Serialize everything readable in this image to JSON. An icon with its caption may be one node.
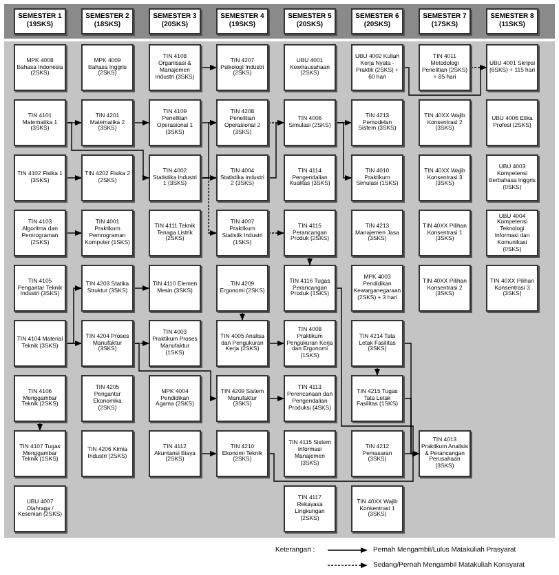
{
  "diagram": {
    "nodes": [
      {
        "text": [
          "SEMESTER 1 (19SKS)"
        ]
      },
      {
        "text": [
          "SEMESTER 2 (18SKS)"
        ]
      },
      {
        "text": [
          "SEMESTER 3 (20SKS)"
        ]
      },
      {
        "text": [
          "SEMESTER 4 (19SKS)"
        ]
      },
      {
        "text": [
          "SEMESTER 5 (20SKS)"
        ]
      },
      {
        "text": [
          "SEMESTER 6 (20SKS)"
        ]
      },
      {
        "text": [
          "SEMESTER 7 (17SKS)"
        ]
      },
      {
        "text": [
          "SEMESTER 8 (11SKS)"
        ]
      },
      {
        "text": [
          "MPK 4008 Bahasa Indonesia (2SKS)"
        ]
      },
      {
        "text": [
          "TIN 4101 Matematika 1 (3SKS)"
        ]
      },
      {
        "text": [
          "TIN 4102 Fisika 1 (3SKS)"
        ]
      },
      {
        "text": [
          "TIN 4103 Algoritma dan Pemrograman (2SKS)"
        ]
      },
      {
        "text": [
          "TIN 4105 Pengantar Teknik Industri (3SKS)"
        ]
      },
      {
        "text": [
          "TIN 4104 Material Teknik (3SKS)"
        ]
      },
      {
        "text": [
          "TIN 4106 Menggambar Teknik (2SKS)"
        ]
      },
      {
        "text": [
          "TIN 4107 Tugas Menggambar Teknik (1SKS)"
        ]
      },
      {
        "text": [
          "UBU 4007 Olahraga / Kesenian (2SKS)"
        ]
      },
      {
        "text": [
          "MPK 4009 Bahasa Inggris (2SKS)"
        ]
      },
      {
        "text": [
          "TIN 4201 Matematika 2 (3SKS)"
        ]
      },
      {
        "text": [
          "TIN 4202 Fisika 2 (2SKS)"
        ]
      },
      {
        "text": [
          "TIN 4001 Praktikum Pemrograman Komputer (1SKS)"
        ]
      },
      {
        "text": [
          "TIN 4203 Statika Struktur (3SKS)"
        ]
      },
      {
        "text": [
          "TIN 4204 Proses Manufaktur (3SKS)"
        ]
      },
      {
        "text": [
          "TIN 4205 Pengantar Ekonomika (2SKS)"
        ]
      },
      {
        "text": [
          "TIN 4206 Kimia Industri (2SKS)"
        ]
      },
      {
        "text": [
          "TIN 4108 Organisasi & Manajemen Industri (3SKS)"
        ]
      },
      {
        "text": [
          "TIN 4109 Penelitian Operasional 1 (3SKS)"
        ]
      },
      {
        "text": [
          "TIN 4002 Statistika Industri 1 (3SKS)"
        ]
      },
      {
        "text": [
          "TIN 4111 Teknik Tenaga Listrik (2SKS)"
        ]
      },
      {
        "text": [
          "TIN 4110 Elemen Mesin (3SKS)"
        ]
      },
      {
        "text": [
          "TIN 4003 Praktikum Proses Manufaktur (1SKS)"
        ]
      },
      {
        "text": [
          "MPK 4004 Pendidikan Agama (2SKS)"
        ]
      },
      {
        "text": [
          "TIN 4112 Akuntansi Biaya (2SKS)"
        ]
      },
      {
        "text": [
          "TIN 4207 Psikologi Industri (2SKS)"
        ]
      },
      {
        "text": [
          "TIN 4208 Penelitian Operasional 2 (3SKS)"
        ]
      },
      {
        "text": [
          "TIN 4004 Statistika Industri 2 (3SKS)"
        ]
      },
      {
        "text": [
          "TIN 4007 Praktikum Statistik Industri (1SKS)"
        ]
      },
      {
        "text": [
          "TIN 4209 Ergonomi (2SKS)"
        ]
      },
      {
        "text": [
          "TIN 4005 Analisa dan Pengukuran Kerja (2SKS)"
        ]
      },
      {
        "text": [
          "TIN 4209 Sistem Manufaktur (3SKS)"
        ]
      },
      {
        "text": [
          "TIN 4210 Ekonomi Teknik (2SKS)"
        ]
      },
      {
        "text": [
          "UBU 4001 Kewirausahaan (2SKS)"
        ]
      },
      {
        "text": [
          "TIN 4006 Simulasi (2SKS)"
        ]
      },
      {
        "text": [
          "TIN 4114 Pengendalian Kualitas (3SKS)"
        ]
      },
      {
        "text": [
          "TIN 4115 Perancangan Produk (2SKS)"
        ]
      },
      {
        "text": [
          "TIN 4116 Tugas Perancangan Produk (1SKS)"
        ]
      },
      {
        "text": [
          "TIN 4008 Praktikum Pengukuran Kerja dan Ergonomi (1SKS)"
        ]
      },
      {
        "text": [
          "TIN 4113 Perencanaan dan Pengendalian Produksi (4SKS)"
        ]
      },
      {
        "text": [
          "TIN 4115 Sistem Informasi Manajemen (3SKS)"
        ]
      },
      {
        "text": [
          "TIN 4117 Rekayasa Lingkungan (2SKS)"
        ]
      },
      {
        "text": [
          "UBU 4002 Kuliah Kerja Nyata - Praktik (2SKS) + 60 hari"
        ]
      },
      {
        "text": [
          "TIN 4213 Pemodelan Sistem (3SKS)"
        ]
      },
      {
        "text": [
          "TIN 4010 Praktikum Simulasi (1SKS)"
        ]
      },
      {
        "text": [
          "TIN 4213 Manajemen Jasa (3SKS)"
        ]
      },
      {
        "text": [
          "MPK 4003 Pendidikan Kewarganegaraan (2SKS) + 3 hari"
        ]
      },
      {
        "text": [
          "TIN 4214 Tata Letak Fasilitas (3SKS)"
        ]
      },
      {
        "text": [
          "TIN 4215 Tugas Tata Letak Fasilitas (1SKS)"
        ]
      },
      {
        "text": [
          "TIN 4212 Pemasaran (3SKS)"
        ]
      },
      {
        "text": [
          "TIN 40XX Wajib Konsentrasi 1 (3SKS)"
        ]
      },
      {
        "text": [
          "TIN 4011 Metodologi Penelitian (2SKS) + 85 hari"
        ]
      },
      {
        "text": [
          "TIN 40XX Wajib Konsentrasi 2 (3SKS)"
        ]
      },
      {
        "text": [
          "TIN 40XX Wajib Konsentrasi 3 (3SKS)"
        ]
      },
      {
        "text": [
          "TIN 40XX Pilihan Konsentrasi 1 (3SKS)"
        ]
      },
      {
        "text": [
          "TIN 40XX Pilihan Konsentrasi 2 (3SKS)"
        ]
      },
      {
        "text": [
          "TIN 4013 Praktikum Analisis & Perancangan Perusahaan (3SKS)"
        ]
      },
      {
        "text": [
          "UBU 4001 Skripsi (6SKS) + 115 hari"
        ]
      },
      {
        "text": [
          "UBU 4006 Etika Profesi (2SKS)"
        ]
      },
      {
        "text": [
          "UBU 4003 Kompetensi Berbahasa Inggris (0SKS)"
        ]
      },
      {
        "text": [
          "UBU 4004 Kompetensi Teknologi Informasi dan Komunikasi (0SKS)"
        ]
      },
      {
        "text": [
          "TIN 40XX Pilihan Konsentrasi 3 (3SKS)"
        ]
      }
    ],
    "edges": [
      {
        "from": 9,
        "to": 18,
        "arrow": "to"
      },
      {
        "from": 9,
        "to": 27,
        "arrow": "to"
      },
      {
        "from": 18,
        "to": 26,
        "arrow": "to"
      },
      {
        "from": 10,
        "to": 19,
        "arrow": "to"
      },
      {
        "from": 11,
        "to": 20,
        "arrow": "to"
      },
      {
        "from": 13,
        "to": 21,
        "arrow": "to"
      },
      {
        "from": 13,
        "to": 22,
        "arrow": "to"
      },
      {
        "from": 21,
        "to": 29,
        "arrow": "to"
      },
      {
        "from": 22,
        "to": 30,
        "arrow": "to",
        "style": "dashed"
      },
      {
        "from": 22,
        "to": 39,
        "arrow": "to"
      },
      {
        "from": 14,
        "to": 15,
        "arrow": "to",
        "style": "dashed"
      },
      {
        "from": 32,
        "to": 40,
        "arrow": "to"
      },
      {
        "from": 25,
        "to": 33,
        "arrow": "to"
      },
      {
        "from": 26,
        "to": 34,
        "arrow": "to"
      },
      {
        "from": 27,
        "to": 34,
        "arrow": "to"
      },
      {
        "from": 27,
        "to": 35,
        "arrow": "to"
      },
      {
        "from": 27,
        "to": 36,
        "arrow": "to",
        "style": "dashed"
      },
      {
        "from": 34,
        "to": 42,
        "arrow": "to",
        "style": "dashed"
      },
      {
        "from": 35,
        "to": 42,
        "arrow": "to"
      },
      {
        "from": 36,
        "to": 44,
        "arrow": "to",
        "style": "dashed"
      },
      {
        "from": 42,
        "to": 51,
        "arrow": "to"
      },
      {
        "from": 42,
        "to": 52,
        "arrow": "to"
      },
      {
        "from": 37,
        "to": 38,
        "arrow": "to",
        "style": "dashed"
      },
      {
        "from": 38,
        "to": 46,
        "arrow": "to"
      },
      {
        "from": 39,
        "to": 47,
        "arrow": "to"
      },
      {
        "from": 44,
        "to": 45,
        "arrow": "to",
        "style": "dashed"
      },
      {
        "from": 55,
        "to": 56,
        "arrow": "to",
        "style": "dashed"
      },
      {
        "from": 45,
        "to": 64,
        "arrow": "to"
      },
      {
        "from": 55,
        "to": 64,
        "arrow": "to"
      },
      {
        "from": 56,
        "to": 64,
        "arrow": "to"
      },
      {
        "from": 57,
        "to": 64,
        "arrow": "to"
      },
      {
        "from": 40,
        "to": 64,
        "arrow": "to"
      },
      {
        "from": 50,
        "to": 65,
        "arrow": "to"
      },
      {
        "from": 59,
        "to": 65,
        "arrow": "to",
        "style": "dashed"
      }
    ],
    "labels": [
      "Keterangan :"
    ],
    "legend": [
      {
        "text": "Pernah Mengambil/Lulus Matakuliah Prasyarat"
      },
      {
        "text": "Sedang/Pernah Mengambil Matakuliah Konsyarat"
      }
    ]
  }
}
